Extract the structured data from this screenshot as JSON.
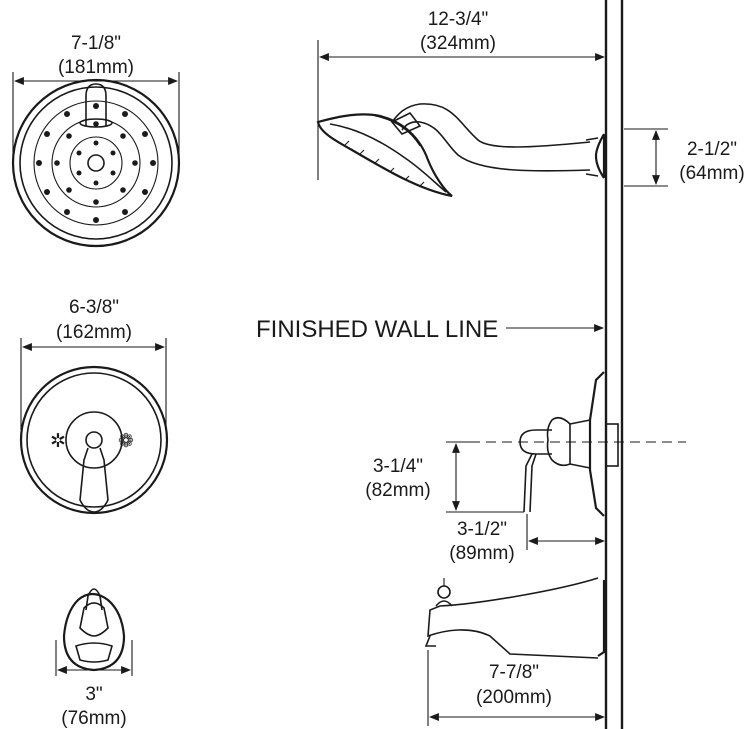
{
  "dimensions": {
    "showerhead_diameter": {
      "imperial": "7-1/8\"",
      "metric": "(181mm)"
    },
    "shower_arm_reach": {
      "imperial": "12-3/4\"",
      "metric": "(324mm)"
    },
    "flange_height": {
      "imperial": "2-1/2\"",
      "metric": "(64mm)"
    },
    "trim_plate_diameter": {
      "imperial": "6-3/8\"",
      "metric": "(162mm)"
    },
    "handle_drop": {
      "imperial": "3-1/4\"",
      "metric": "(82mm)"
    },
    "handle_projection": {
      "imperial": "3-1/2\"",
      "metric": "(89mm)"
    },
    "spout_flange_width": {
      "imperial": "3\"",
      "metric": "(76mm)"
    },
    "spout_reach": {
      "imperial": "7-7/8\"",
      "metric": "(200mm)"
    }
  },
  "labels": {
    "finished_wall_line": "FINISHED WALL LINE"
  }
}
